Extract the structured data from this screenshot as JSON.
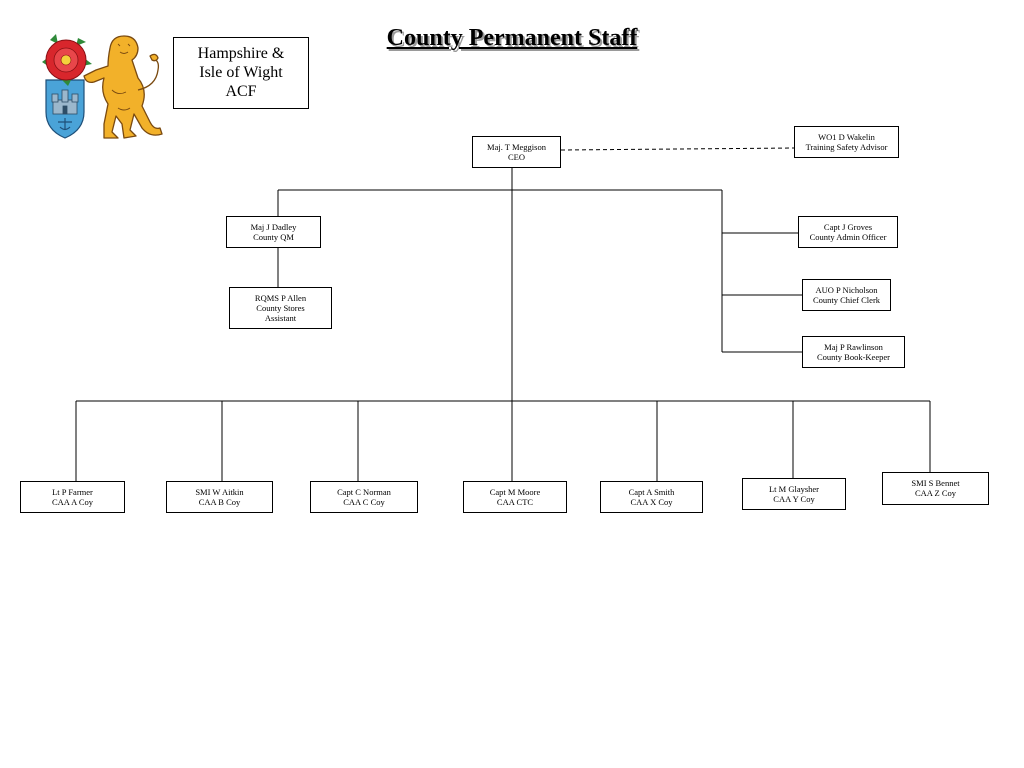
{
  "page": {
    "title": "County Permanent Staff"
  },
  "organization": {
    "lines": [
      "Hampshire &",
      "Isle of Wight",
      "ACF"
    ]
  },
  "chart": {
    "ceo": {
      "name": "Maj. T Meggison",
      "role": "CEO"
    },
    "advisor": {
      "name": "WO1 D Wakelin",
      "role": "Training Safety Advisor"
    },
    "qm": {
      "name": "Maj J Dadley",
      "role": "County QM"
    },
    "stores": {
      "name": "RQMS P Allen",
      "role": [
        "County Stores",
        "Assistant"
      ]
    },
    "admin": {
      "name": "Capt J Groves",
      "role": "County Admin Officer"
    },
    "clerk": {
      "name": "AUO P Nicholson",
      "role": "County Chief Clerk"
    },
    "bookkeeper": {
      "name": "Maj P Rawlinson",
      "role": "County Book-Keeper"
    },
    "companies": [
      {
        "name": "Lt P Farmer",
        "role": "CAA A Coy"
      },
      {
        "name": "SMI W Aitkin",
        "role": "CAA B Coy"
      },
      {
        "name": "Capt C Norman",
        "role": "CAA C Coy"
      },
      {
        "name": "Capt M Moore",
        "role": "CAA CTC"
      },
      {
        "name": "Capt A Smith",
        "role": "CAA X Coy"
      },
      {
        "name": "Lt M Glaysher",
        "role": "CAA Y Coy"
      },
      {
        "name": "SMI S Bennet",
        "role": "CAA Z Coy"
      }
    ]
  },
  "crest": {
    "colors": {
      "rose": "#d8262c",
      "rose_leaf": "#2f8a3a",
      "shield": "#4aa3d8",
      "lion": "#f2b12a",
      "lion_outline": "#7a4a10"
    }
  }
}
